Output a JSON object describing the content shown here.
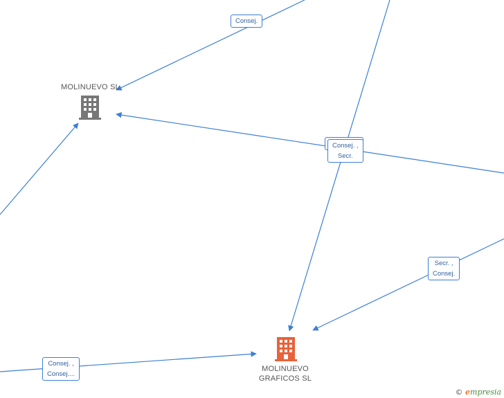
{
  "nodes": {
    "molinuevo_sl": {
      "label": "MOLINUEVO SL",
      "color": "#777777"
    },
    "molinuevo_graficos": {
      "label_line1": "MOLINUEVO",
      "label_line2": "GRAFICOS SL",
      "color": "#e8623a"
    }
  },
  "edge_labels": {
    "top": "Consej.",
    "middle_back": "",
    "middle_line1": "Consej. ,",
    "middle_line2": "Secr.",
    "right_line1": "Secr. ,",
    "right_line2": "Consej.",
    "bottom_line1": "Consej. ,",
    "bottom_line2": "Consej...."
  },
  "colors": {
    "edge": "#3a7fd5"
  },
  "watermark": {
    "copyright": "©",
    "brand_first": "e",
    "brand_rest": "mpresia"
  }
}
